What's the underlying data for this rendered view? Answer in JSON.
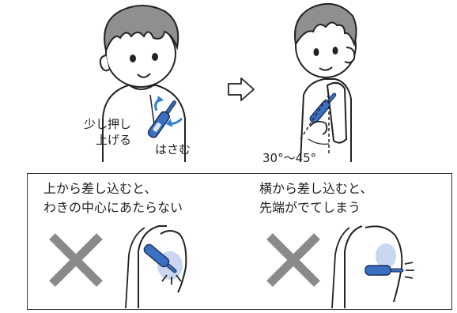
{
  "top": {
    "label_push": [
      "少し押し",
      "上げる"
    ],
    "label_pinch": "はさむ",
    "angle_label": "30°〜45°"
  },
  "bottom_left": {
    "caption": [
      "上から差し込むと、",
      "わきの中心にあたらない"
    ]
  },
  "bottom_right": {
    "caption": [
      "横から差し込むと、",
      "先端がでてしまう"
    ]
  },
  "colors": {
    "hair": "#8f8f8f",
    "thermometer": "#3a6fc2",
    "arrow": "#2f7fd6",
    "armpit_highlight": "#c9d7f0",
    "cross": "#8a8a8a",
    "outline": "#222222"
  }
}
